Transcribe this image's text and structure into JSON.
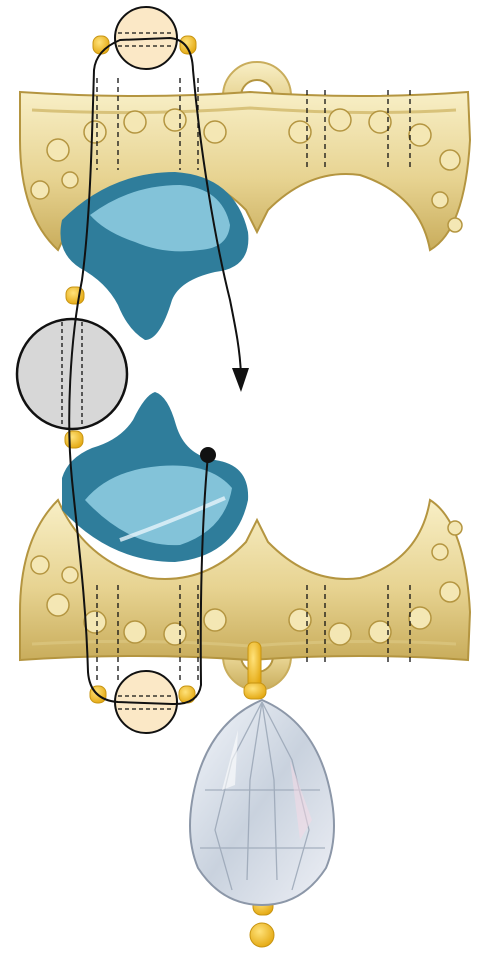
{
  "diagram": {
    "type": "beading-pattern-step",
    "components": [
      "crescent-connector-top",
      "crescent-connector-bottom",
      "teardrop-crystal-pendant"
    ],
    "palette": {
      "gold": "#e7d391",
      "gold_light": "#f6ebbf",
      "gold_dark": "#b49540",
      "teal": "#2f7d9b",
      "teal_light": "#8dcbe0",
      "seed_bead": "#f4c22b",
      "seed_bead_dark": "#c79412",
      "round_bead_cream": "#fbe8c6",
      "round_bead_grey": "#d7d7d7",
      "thread": "#111111",
      "crystal": "#dfe6ef"
    },
    "thread_path": {
      "start": "knot-dot",
      "end": "arrow-head",
      "marker_start": "filled-circle",
      "marker_end": "arrow"
    }
  }
}
